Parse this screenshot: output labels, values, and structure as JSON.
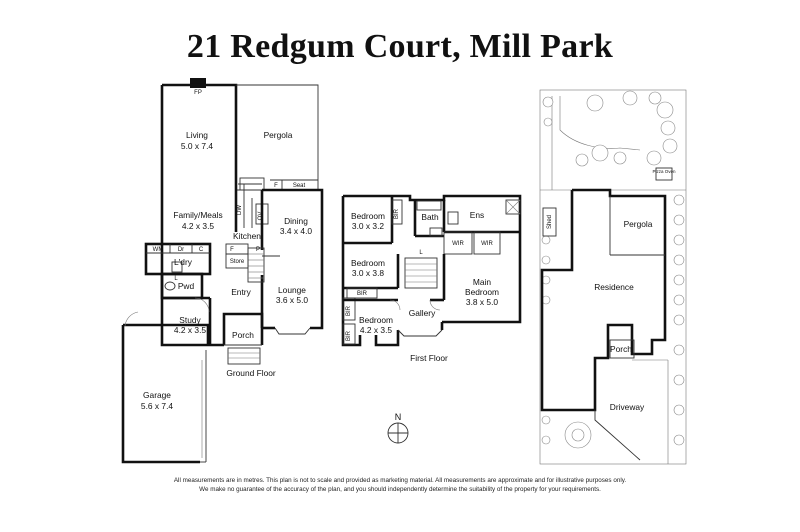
{
  "title": "21 Redgum Court, Mill Park",
  "ground_floor": {
    "caption": "Ground Floor",
    "rooms": {
      "living": {
        "name": "Living",
        "size": "5.0 x 7.4"
      },
      "pergola": {
        "name": "Pergola"
      },
      "family": {
        "name": "Family/Meals",
        "size": "4.2 x 3.5"
      },
      "kitchen": {
        "name": "Kitchen"
      },
      "dining": {
        "name": "Dining",
        "size": "3.4 x 4.0"
      },
      "lounge": {
        "name": "Lounge",
        "size": "3.6 x 5.0"
      },
      "laundry": {
        "name": "L'dry"
      },
      "pwd": {
        "name": "Pwd"
      },
      "entry": {
        "name": "Entry"
      },
      "study": {
        "name": "Study",
        "size": "4.2 x 3.5"
      },
      "porch": {
        "name": "Porch"
      },
      "garage": {
        "name": "Garage",
        "size": "5.6 x 7.4"
      }
    },
    "fixtures": {
      "fp": "FP",
      "seat": "Seat",
      "f1": "F",
      "dw": "DW",
      "ov": "OV",
      "wm": "WM",
      "dr": "Dr",
      "c": "C",
      "f2": "F",
      "p": "P",
      "store": "Store",
      "l": "L"
    }
  },
  "first_floor": {
    "caption": "First Floor",
    "rooms": {
      "bed1": {
        "name": "Bedroom",
        "size": "3.0 x 3.2"
      },
      "bed2": {
        "name": "Bedroom",
        "size": "3.0 x 3.8"
      },
      "bed3": {
        "name": "Bedroom",
        "size": "4.2 x 3.5"
      },
      "main": {
        "name": "Main",
        "name2": "Bedroom",
        "size": "3.8 x 5.0"
      },
      "bath": {
        "name": "Bath"
      },
      "ens": {
        "name": "Ens"
      },
      "gallery": {
        "name": "Gallery"
      }
    },
    "fixtures": {
      "bir1": "BIR",
      "bir2": "BIR",
      "bir3": "BIR",
      "bir4": "BIR",
      "wir1": "WIR",
      "wir2": "WIR",
      "l": "L"
    }
  },
  "site": {
    "shed": "Shed",
    "pergola": "Pergola",
    "residence": "Residence",
    "porch": "Porch",
    "driveway": "Driveway",
    "pizza_oven": "Pizza Oven"
  },
  "compass": {
    "label": "N"
  },
  "disclaimer": {
    "line1": "All measurements are in metres. This plan is not to scale and provided as marketing material. All measurements are approximate and for illustrative purposes only.",
    "line2": "We make no guarantee of the accuracy of the plan, and you should independently determine the suitability of the property for your requirements."
  }
}
